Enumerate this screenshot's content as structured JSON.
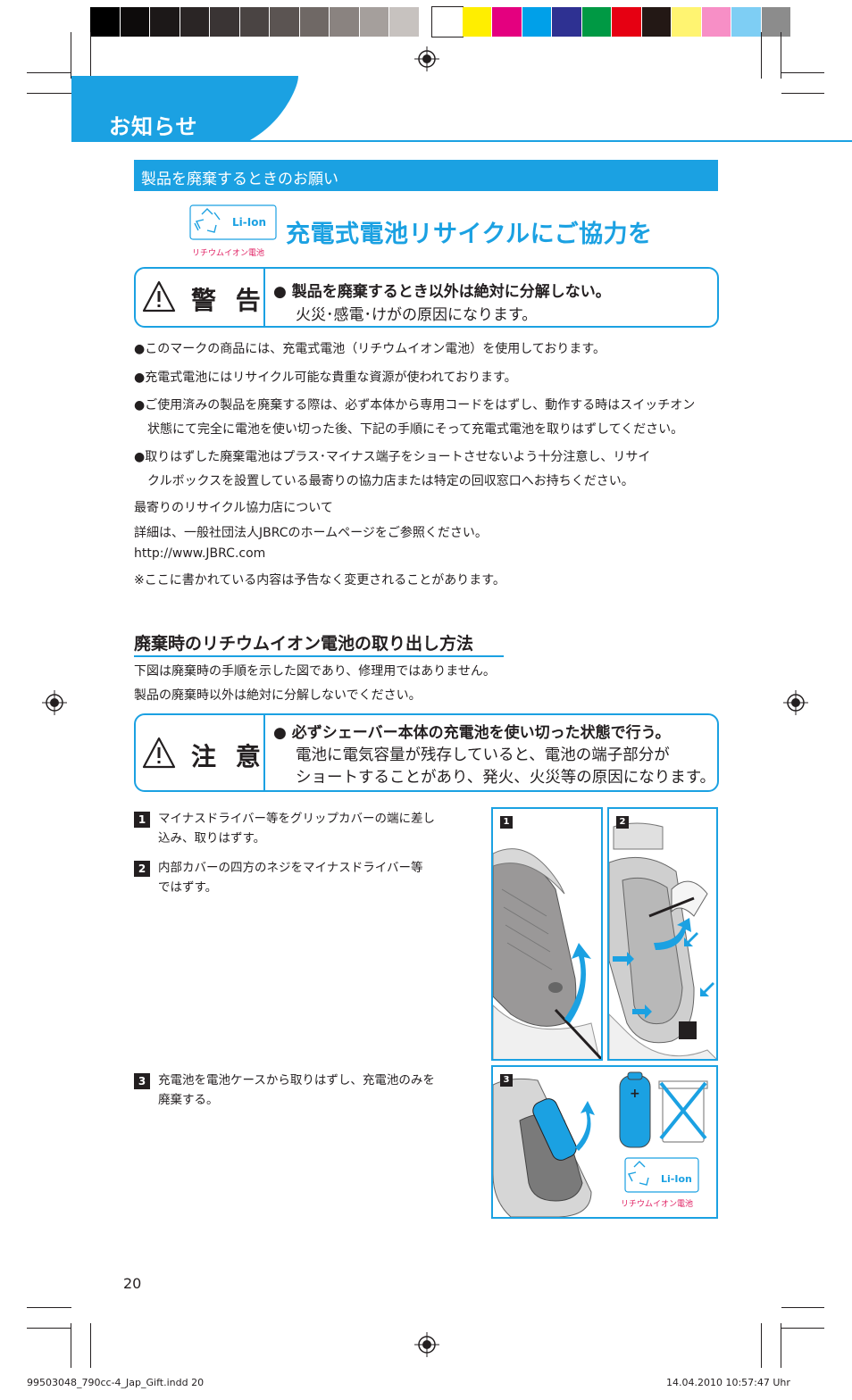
{
  "color_bar": {
    "swatches": [
      "#000000",
      "#0d0b0b",
      "#1c1818",
      "#2a2525",
      "#3a3434",
      "#4a4443",
      "#5b5452",
      "#6f6865",
      "#8a8380",
      "#a59f9c",
      "#c7c2bf",
      "#ffffff",
      "#ffee00",
      "#e4007f",
      "#00a0e9",
      "#2e3192",
      "#009944",
      "#e60012",
      "#231815",
      "#fff471",
      "#f78fc6",
      "#7ecef4",
      "#8c8c8c"
    ]
  },
  "header": {
    "title": "お知らせ",
    "color": "#1ba1e2"
  },
  "section": {
    "title": "製品を廃棄するときのお願い"
  },
  "recycle_logo": {
    "badge": "Li-Ion",
    "caption": "リチウムイオン電池"
  },
  "main_title": "充電式電池リサイクルにご協力を",
  "warning": {
    "label": "警 告",
    "head": "●  製品を廃棄するとき以外は絶対に分解しない。",
    "detail": "火災･感電･けがの原因になります。"
  },
  "bullets": [
    "●このマークの商品には、充電式電池（リチウムイオン電池）を使用しております。",
    "●充電式電池にはリサイクル可能な貴重な資源が使われております。",
    "●ご使用済みの製品を廃棄する際は、必ず本体から専用コードをはずし、動作する時はスイッチオン",
    "状態にて完全に電池を使い切った後、下記の手順にそって充電式電池を取りはずしてください。",
    "●取りはずした廃棄電池はプラス･マイナス端子をショートさせないよう十分注意し、リサイ",
    "クルボックスを設置している最寄りの協力店または特定の回収窓口へお持ちください。"
  ],
  "info": {
    "line1": "最寄りのリサイクル協力店について",
    "line2": "詳細は、一般社団法人JBRCのホームページをご参照ください。",
    "url": "http://www.JBRC.com",
    "note": "※ここに書かれている内容は予告なく変更されることがあります。"
  },
  "removal": {
    "title": "廃棄時のリチウムイオン電池の取り出し方法",
    "intro1": "下図は廃棄時の手順を示した図であり、修理用ではありません。",
    "intro2": "製品の廃棄時以外は絶対に分解しないでください。"
  },
  "caution": {
    "label": "注 意",
    "head": "●  必ずシェーバー本体の充電池を使い切った状態で行う。",
    "line1": "電池に電気容量が残存していると、電池の端子部分が",
    "line2": "ショートすることがあり、発火、火災等の原因になります。"
  },
  "steps": [
    {
      "no": "1",
      "line1": "マイナスドライバー等をグリップカバーの端に差し",
      "line2": "込み、取りはずす。"
    },
    {
      "no": "2",
      "line1": "内部カバーの四方のネジをマイナスドライバー等",
      "line2": "ではずす。"
    },
    {
      "no": "3",
      "line1": "充電池を電池ケースから取りはずし、充電池のみを",
      "line2": "廃棄する。"
    }
  ],
  "panels": {
    "p1": "1",
    "p2": "2",
    "p3": "3",
    "battery_sign": "+"
  },
  "page_number": "20",
  "footer": {
    "left": "99503048_790cc-4_Jap_Gift.indd   20",
    "right": "14.04.2010   10:57:47 Uhr"
  }
}
